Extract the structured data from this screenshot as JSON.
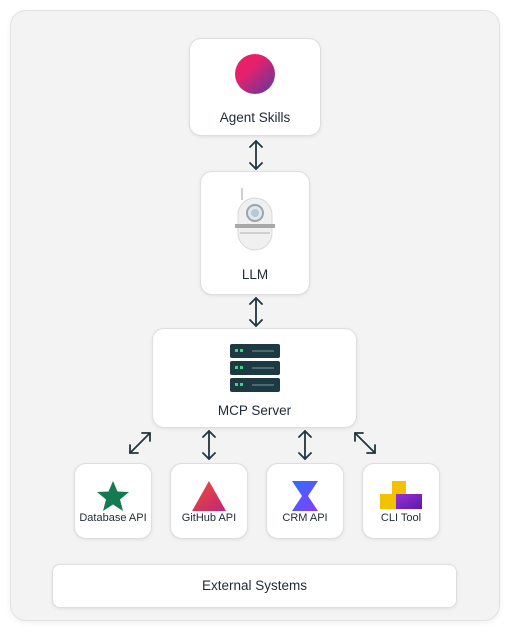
{
  "nodes": {
    "agent_skills": "Agent Skills",
    "llm": "LLM",
    "mcp_server": "MCP Server",
    "database_api": "Database API",
    "github_api": "GitHub API",
    "crm_api": "CRM API",
    "cli_tool": "CLI Tool",
    "external_systems": "External Systems"
  },
  "colors": {
    "agent_orb_start": "#e8206a",
    "agent_orb_end": "#6b3fa0",
    "server_dark": "#1d3a42",
    "server_led": "#3fd18a",
    "database_star": "#137a52",
    "github_triangle_start": "#f04d2e",
    "github_triangle_end": "#c0267e",
    "crm_start": "#2b6fff",
    "crm_end": "#8a3bff",
    "cli_yellow": "#f2c200",
    "cli_purple": "#6a1fb5",
    "arrow": "#1f3640"
  },
  "icons": [
    "agent-orb-icon",
    "robot-icon",
    "server-icon",
    "star-icon",
    "triangle-icon",
    "crm-logo-icon",
    "cli-blocks-icon"
  ]
}
